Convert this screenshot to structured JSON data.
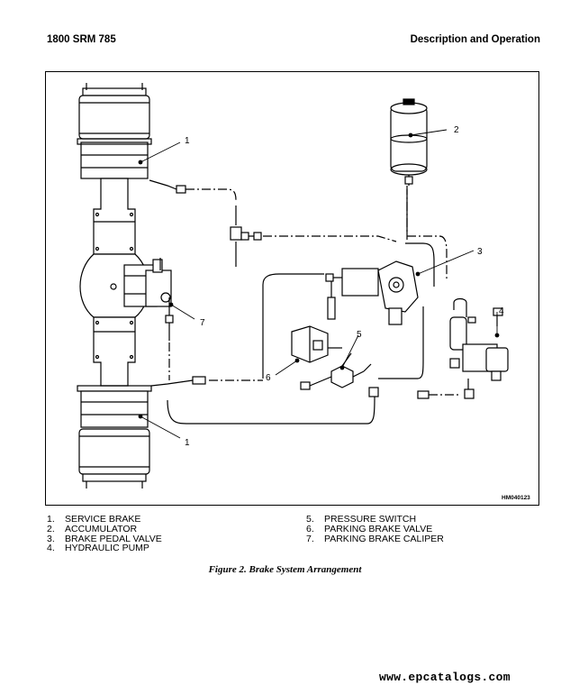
{
  "header": {
    "left": "1800 SRM 785",
    "right": "Description and Operation"
  },
  "figure": {
    "code": "HM040123",
    "callouts": [
      "1",
      "2",
      "3",
      "4",
      "5",
      "6",
      "7",
      "1"
    ],
    "caption": "Figure 2. Brake System Arrangement"
  },
  "legend": {
    "left": [
      {
        "num": "1.",
        "label": "SERVICE BRAKE"
      },
      {
        "num": "2.",
        "label": "ACCUMULATOR"
      },
      {
        "num": "3.",
        "label": "BRAKE PEDAL VALVE"
      },
      {
        "num": "4.",
        "label": "HYDRAULIC PUMP"
      }
    ],
    "right": [
      {
        "num": "5.",
        "label": "PRESSURE SWITCH"
      },
      {
        "num": "6.",
        "label": "PARKING BRAKE VALVE"
      },
      {
        "num": "7.",
        "label": "PARKING BRAKE CALIPER"
      }
    ]
  },
  "watermark": "www.epcatalogs.com"
}
